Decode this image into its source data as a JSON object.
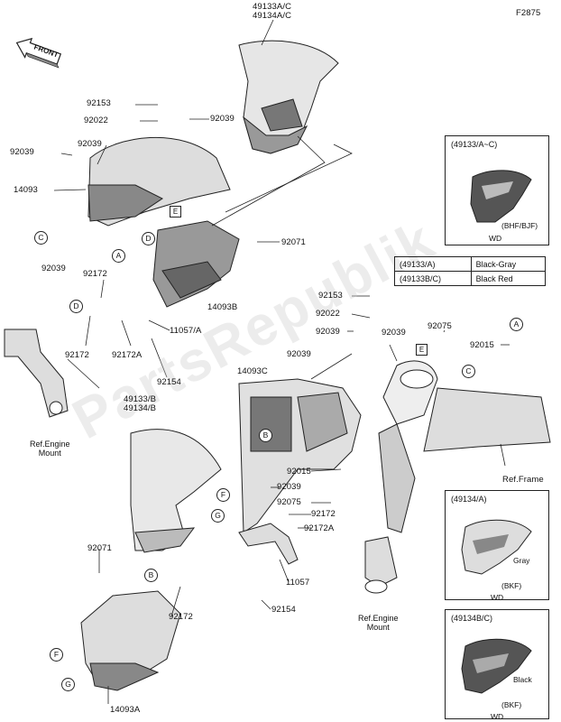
{
  "diagram_code": "F2875",
  "front_label": "FRONT",
  "watermark": "PartsRepublik",
  "part_labels": {
    "p49133AC": "49133A/C",
    "p49134AC": "49134A/C",
    "p92153a": "92153",
    "p92022a": "92022",
    "p92039a": "92039",
    "p92039b": "92039",
    "p92039c": "92039",
    "p14093": "14093",
    "p92039d": "92039",
    "p92172a": "92172",
    "p92071a": "92071",
    "p14093B": "14093B",
    "p11057A": "11057/A",
    "p92172b": "92172",
    "p92172A": "92172A",
    "p92154a": "92154",
    "p92153b": "92153",
    "p92022b": "92022",
    "p92039e": "92039",
    "p92039f": "92039",
    "p92039g": "92039",
    "p92075a": "92075",
    "p92015a": "92015",
    "p14093C": "14093C",
    "p49133B": "49133/B",
    "p49134B": "49134/B",
    "p92015b": "92015",
    "p92039h": "92039",
    "p92075b": "92075",
    "p92172c": "92172",
    "p92172A2": "92172A",
    "p11057": "11057",
    "p92071b": "92071",
    "p92172d": "92172",
    "p92154b": "92154",
    "p14093A": "14093A"
  },
  "refs": {
    "engine_mount_1": "Ref.Engine Mount",
    "engine_mount_2": "Ref.Engine Mount",
    "frame": "Ref.Frame"
  },
  "ref_lines": {
    "engine_1a": "Ref.Engine",
    "engine_1b": "Mount",
    "engine_2a": "Ref.Engine",
    "engine_2b": "Mount",
    "frame": "Ref.Frame"
  },
  "callouts": [
    "A",
    "B",
    "C",
    "D",
    "E",
    "F",
    "G"
  ],
  "insets": [
    {
      "title": "(49133/A~C)",
      "variant": "(BHF/BJF)",
      "footer": "WD"
    },
    {
      "title": "(49134/A)",
      "color": "Gray",
      "variant": "(BKF)",
      "footer": "WD"
    },
    {
      "title": "(49134B/C)",
      "color": "Black",
      "variant": "(BKF)",
      "footer": "WD"
    }
  ],
  "color_table": [
    {
      "part": "(49133/A)",
      "color": "Black-Gray"
    },
    {
      "part": "(49133B/C)",
      "color": "Black Red"
    }
  ]
}
